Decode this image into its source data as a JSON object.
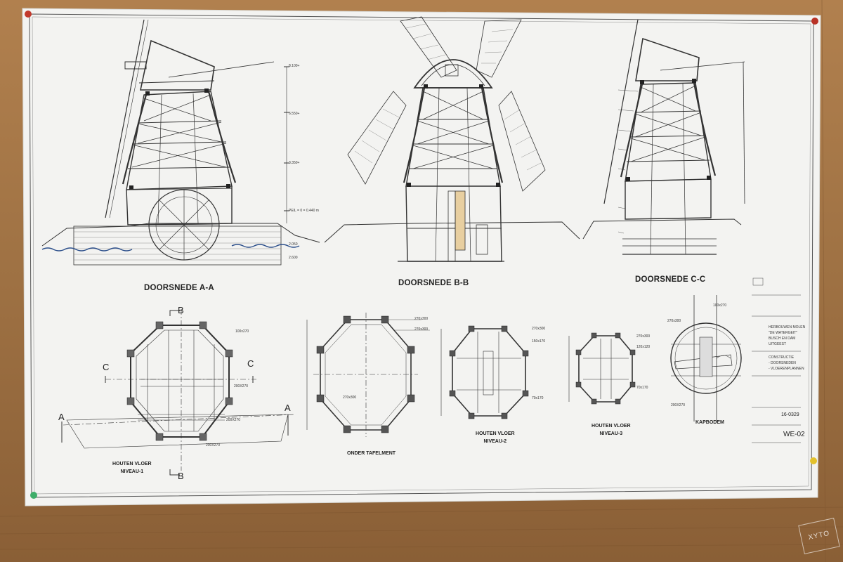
{
  "sections": {
    "a": "DOORSNEDE A-A",
    "b": "DOORSNEDE B-B",
    "c": "DOORSNEDE C-C"
  },
  "floors": {
    "niveau1": {
      "line1": "HOUTEN VLOER",
      "line2": "NIVEAU-1"
    },
    "onder": {
      "line1": "ONDER TAFELMENT"
    },
    "niveau2": {
      "line1": "HOUTEN VLOER",
      "line2": "NIVEAU-2"
    },
    "niveau3": {
      "line1": "HOUTEN VLOER",
      "line2": "NIVEAU-3"
    },
    "kap": {
      "line1": "KAPBODEM"
    }
  },
  "markers": {
    "a": "A",
    "b": "B",
    "c": "C"
  },
  "title_block": {
    "project": [
      "HERBOUWEN MOLEN",
      "\"DE WATERGEIT\"",
      "BUSCH EN DAM",
      "UITGEEST"
    ],
    "subject": [
      "CONSTRUCTIE",
      "- DOORSNEDEN",
      "- VLOERENPLANNEN"
    ],
    "number": "16-0329",
    "sheet": "WE-02"
  },
  "dimensions": {
    "level1": "8.100+",
    "level2": "6.550+",
    "level3": "3.350+",
    "peil": "PEIL = 0 = 0.440 m",
    "water1": "2.050",
    "water2": "2.600"
  },
  "annotations": {
    "timber": "200X270",
    "timber2": "270x300",
    "timber3": "150x170",
    "timber4": "100x270",
    "timber5": "120x120",
    "timber6": "70x170"
  },
  "colors": {
    "wood": "#a07446",
    "paper": "#f3f3f1",
    "ink": "#3a3a3a"
  },
  "watermark": "XYTO"
}
